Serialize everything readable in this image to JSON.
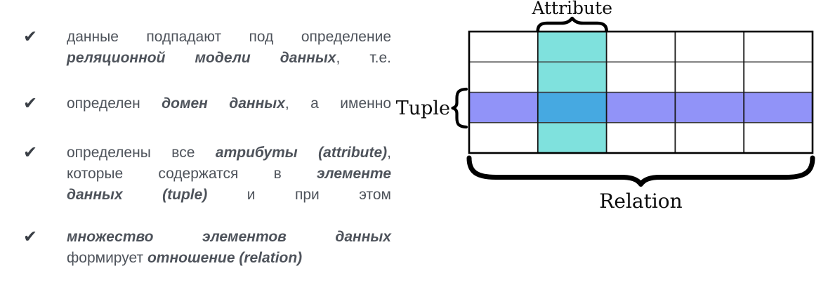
{
  "check_glyph": "✔",
  "colors": {
    "body_text": "#4e535b",
    "check_mark": "#3a3f46",
    "attribute_column": "#7FE1DD",
    "tuple_row": "#9193F8",
    "intersection_cell": "#46A9E1",
    "grid_line": "#1a1a1a",
    "brace": "#000000"
  },
  "bullets": [
    {
      "lines": [
        {
          "s": [
            "данные подпадают под определение"
          ]
        },
        {
          "s": [
            "реляционной модели данных",
            ", т.е."
          ]
        }
      ]
    },
    {
      "lines": [
        {
          "s": [
            "определен ",
            "домен данных",
            ", а именно"
          ]
        }
      ]
    },
    {
      "lines": [
        {
          "s": [
            "определены все ",
            "атрибуты (attribute)",
            ","
          ]
        },
        {
          "s": [
            "которые содержатся в ",
            "элементе"
          ]
        },
        {
          "s": [
            "данных (tuple)",
            " и при этом"
          ]
        }
      ]
    },
    {
      "lines": [
        {
          "s": [
            "множество элементов данных"
          ]
        },
        {
          "s": [
            "формирует ",
            "отношение (relation)"
          ]
        }
      ]
    }
  ],
  "diagram": {
    "attribute_label": "Attribute",
    "tuple_label": "Tuple",
    "relation_label": "Relation",
    "columns": 5,
    "rows": 4,
    "highlighted_column": 2,
    "highlighted_row": 3
  }
}
